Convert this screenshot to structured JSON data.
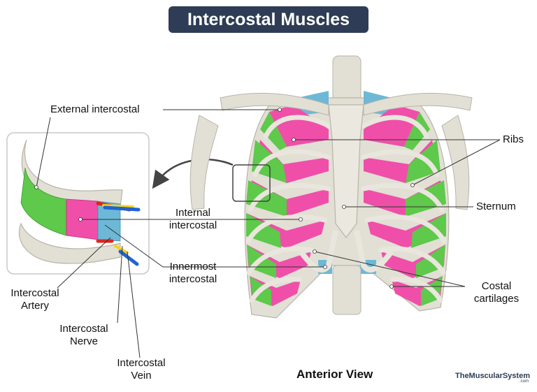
{
  "title": "Intercostal Muscles",
  "labels": {
    "external_intercostal": "External intercostal",
    "ribs": "Ribs",
    "sternum": "Sternum",
    "internal_intercostal_line1": "Internal",
    "internal_intercostal_line2": "intercostal",
    "innermost_intercostal_line1": "Innermost",
    "innermost_intercostal_line2": "intercostal",
    "costal_cartilages_line1": "Costal",
    "costal_cartilages_line2": "cartilages",
    "intercostal_artery_line1": "Intercostal",
    "intercostal_artery_line2": "Artery",
    "intercostal_nerve_line1": "Intercostal",
    "intercostal_nerve_line2": "Nerve",
    "intercostal_vein_line1": "Intercostal",
    "intercostal_vein_line2": "Vein"
  },
  "view_label": "Anterior View",
  "watermark": {
    "text": "TheMuscularSystem",
    "suffix": ".com"
  },
  "colors": {
    "title_bg": "#2e3d55",
    "bone": "#e2dfd5",
    "external_intercostal": "#5ec94a",
    "internal_intercostal": "#ef4fa9",
    "innermost_intercostal": "#6db8d6",
    "artery": "#e0241f",
    "nerve": "#f4d21c",
    "vein": "#1f63d6"
  }
}
